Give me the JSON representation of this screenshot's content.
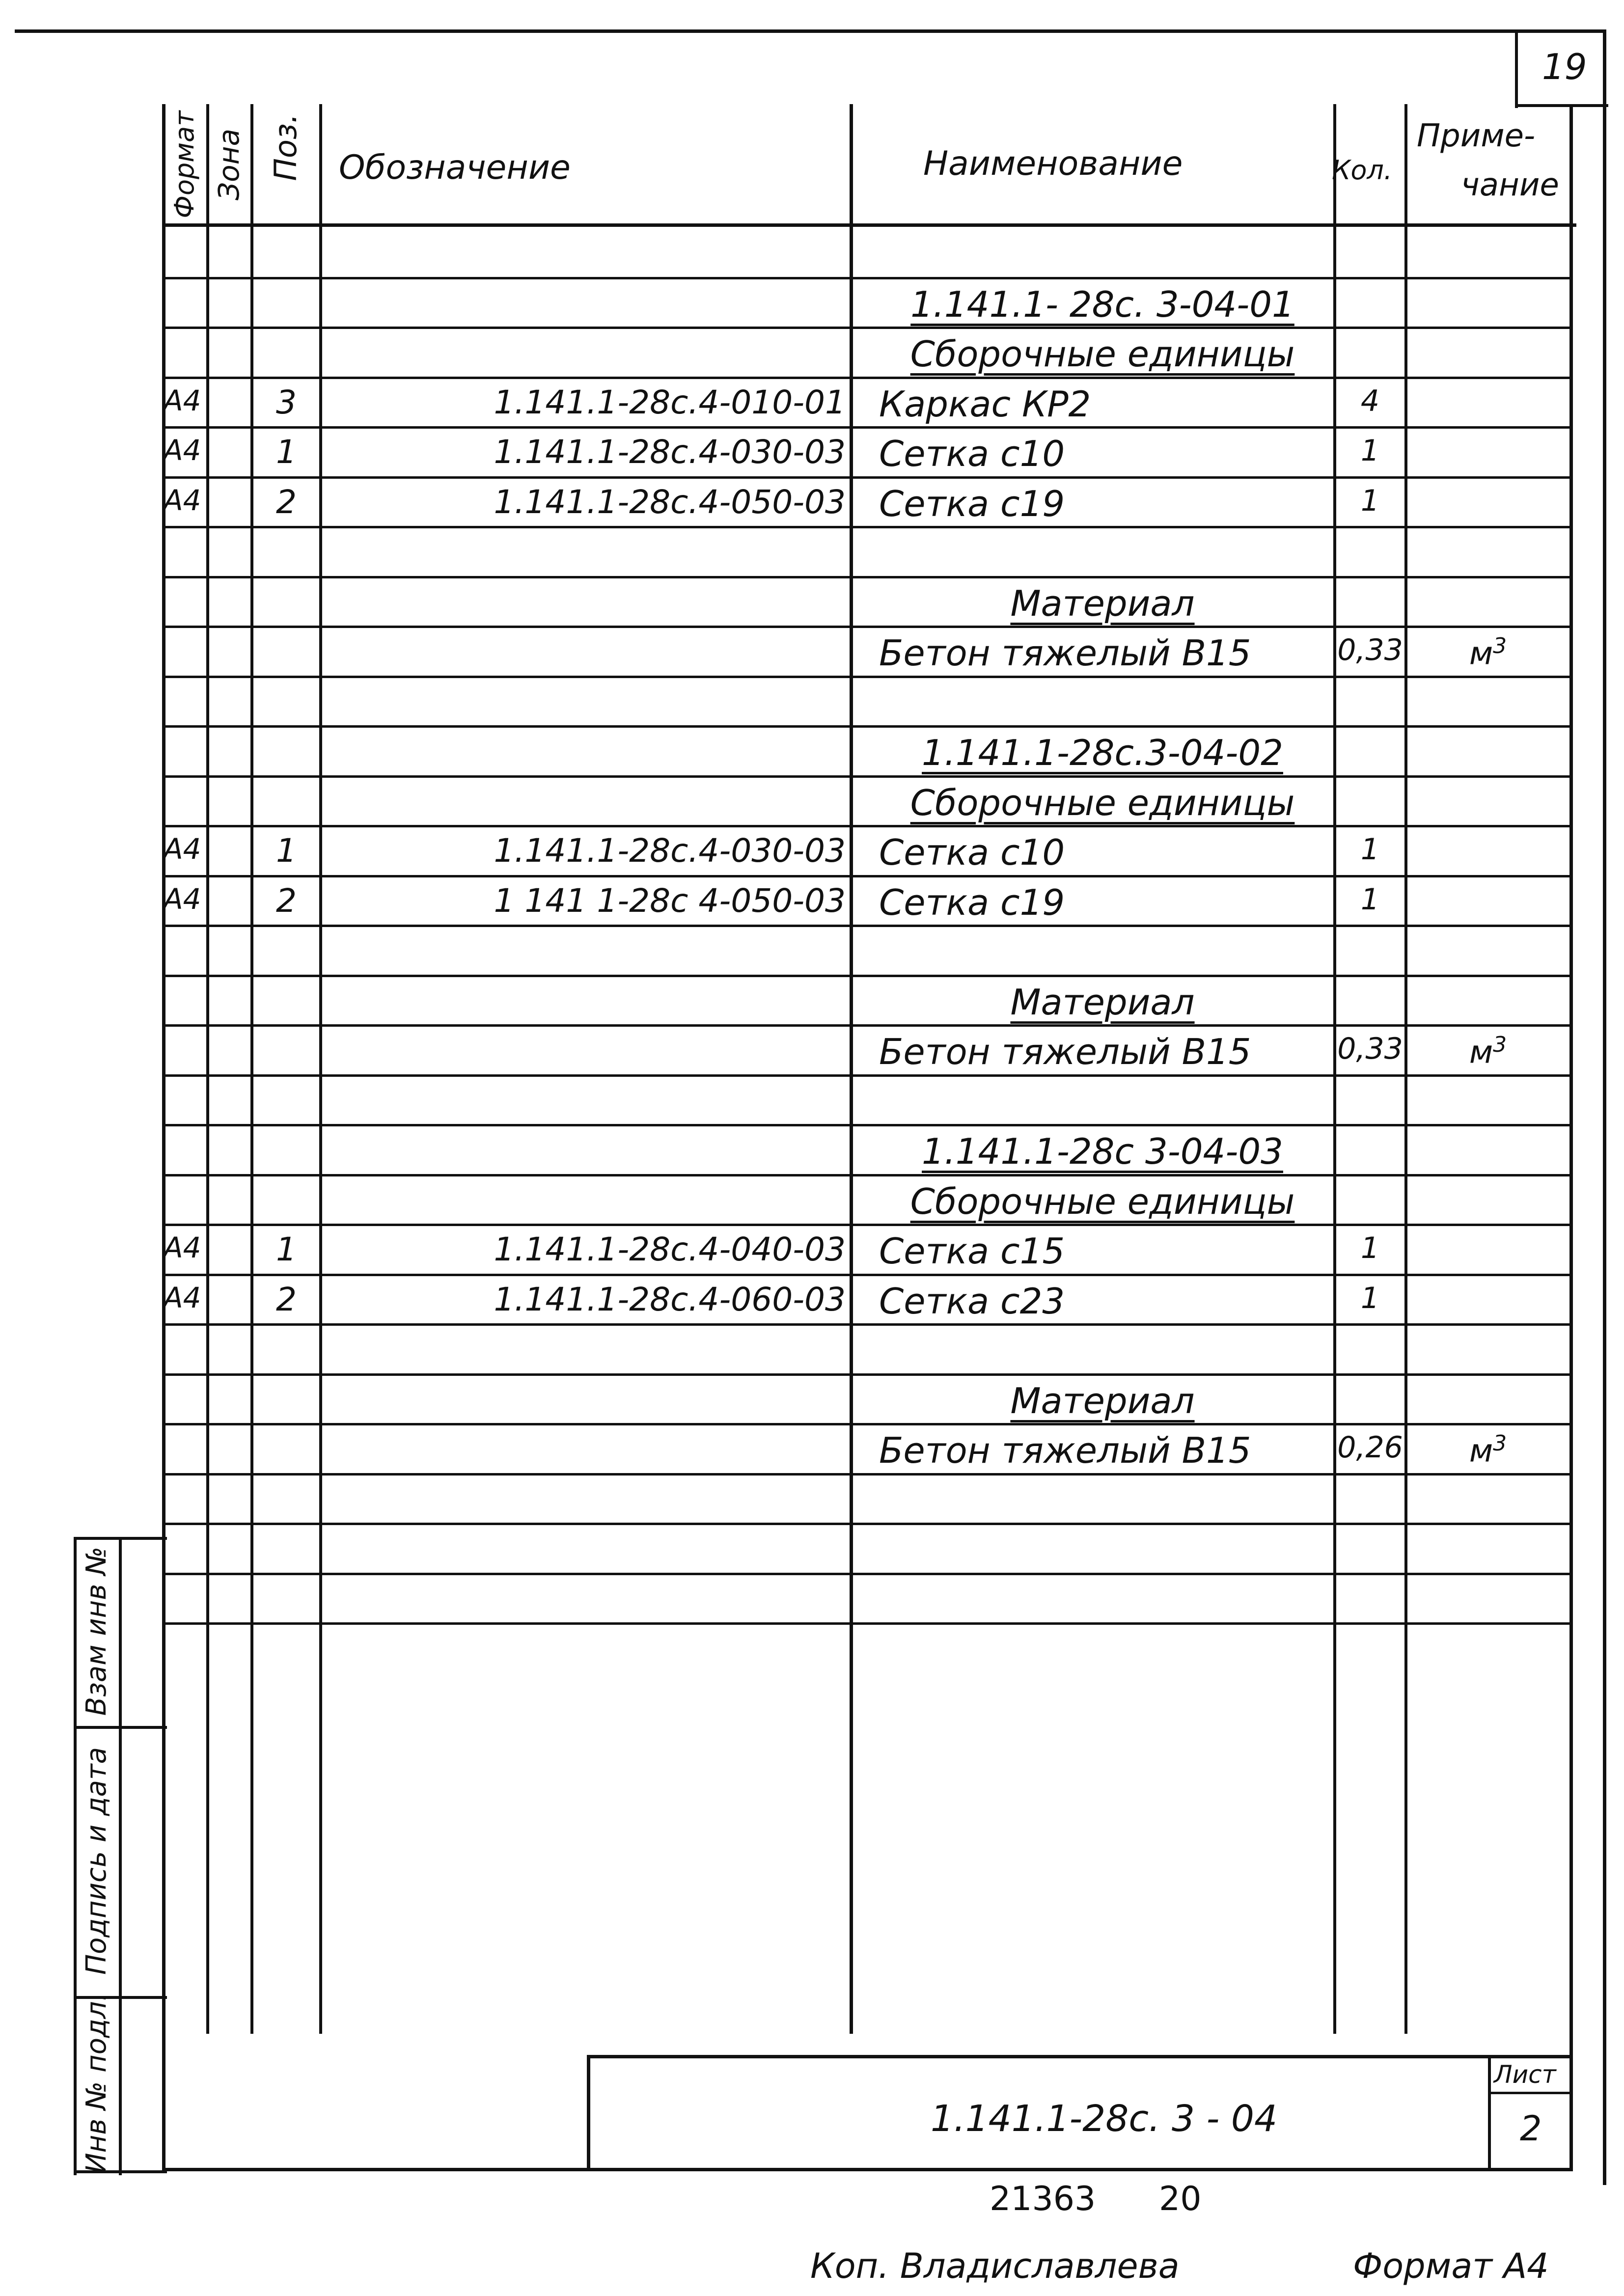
{
  "sheet_number_top": "19",
  "columns": {
    "format": "Формат",
    "zone": "Зона",
    "pos": "Поз.",
    "designation": "Обозначение",
    "name": "Наименование",
    "qty": "Кол.",
    "note_line1": "Приме-",
    "note_line2": "чание"
  },
  "rows": [
    {
      "name": ""
    },
    {
      "name": "1.141.1- 28с. 3-04-01",
      "style": "underline"
    },
    {
      "name": "Сборочные единицы",
      "style": "underline"
    },
    {
      "format": "А4",
      "pos": "3",
      "designation": "1.141.1-28с.4-010-01",
      "name": "Каркас КР2",
      "qty": "4"
    },
    {
      "format": "А4",
      "pos": "1",
      "designation": "1.141.1-28с.4-030-03",
      "name": "Сетка с10",
      "qty": "1"
    },
    {
      "format": "А4",
      "pos": "2",
      "designation": "1.141.1-28с.4-050-03",
      "name": "Сетка с19",
      "qty": "1"
    },
    {
      "name": ""
    },
    {
      "name": "Материал",
      "style": "underline"
    },
    {
      "name": "Бетон тяжелый В15",
      "qty": "0,33",
      "note": "м",
      "note_sup": "3"
    },
    {
      "name": ""
    },
    {
      "name": "1.141.1-28с.3-04-02",
      "style": "underline"
    },
    {
      "name": "Сборочные единицы",
      "style": "underline"
    },
    {
      "format": "А4",
      "pos": "1",
      "designation": "1.141.1-28с.4-030-03",
      "name": "Сетка с10",
      "qty": "1"
    },
    {
      "format": "А4",
      "pos": "2",
      "designation": "1 141 1-28с 4-050-03",
      "name": "Сетка с19",
      "qty": "1"
    },
    {
      "name": ""
    },
    {
      "name": "Материал",
      "style": "underline"
    },
    {
      "name": "Бетон тяжелый В15",
      "qty": "0,33",
      "note": "м",
      "note_sup": "3"
    },
    {
      "name": ""
    },
    {
      "name": "1.141.1-28с 3-04-03",
      "style": "underline"
    },
    {
      "name": "Сборочные единицы",
      "style": "underline"
    },
    {
      "format": "А4",
      "pos": "1",
      "designation": "1.141.1-28с.4-040-03",
      "name": "Сетка с15",
      "qty": "1"
    },
    {
      "format": "А4",
      "pos": "2",
      "designation": "1.141.1-28с.4-060-03",
      "name": "Сетка с23",
      "qty": "1"
    },
    {
      "name": ""
    },
    {
      "name": "Материал",
      "style": "underline"
    },
    {
      "name": "Бетон тяжелый В15",
      "qty": "0,26",
      "note": "м",
      "note_sup": "3"
    },
    {
      "name": ""
    },
    {
      "name": ""
    },
    {
      "name": ""
    }
  ],
  "side_labels": {
    "inv_podl": "Инв № подл.",
    "podpis_data": "Подпись и дата",
    "vzam_inv": "Взам инв №"
  },
  "title_block": {
    "doc_code": "1.141.1-28с. 3 - 04",
    "sheet_label": "Лист",
    "sheet_number": "2"
  },
  "footer": {
    "archive_number": "21363",
    "archive_page": "20",
    "copied_by": "Коп. Владиславлева",
    "format": "Формат А4"
  }
}
